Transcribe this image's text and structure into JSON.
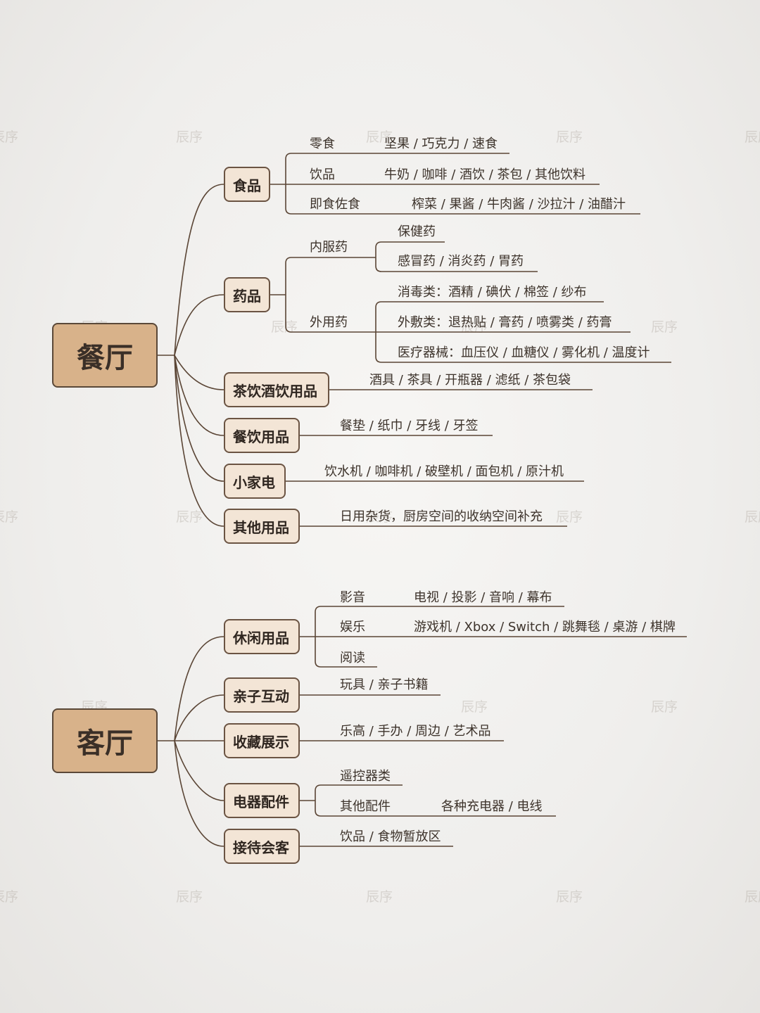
{
  "watermark": "辰序",
  "colors": {
    "line": "#5a4535",
    "root_fill": "#d8b28a",
    "node_fill": "#f3e5d6"
  },
  "restaurant": {
    "title": "餐厅",
    "food": {
      "label": "食品",
      "snack": "零食",
      "snack_items": "坚果 / 巧克力 / 速食",
      "drink": "饮品",
      "drink_items": "牛奶 / 咖啡 / 酒饮 / 茶包 / 其他饮料",
      "side": "即食佐食",
      "side_items": "榨菜 / 果酱 / 牛肉酱 / 沙拉汁 / 油醋汁"
    },
    "medicine": {
      "label": "药品",
      "internal": "内服药",
      "internal_1": "保健药",
      "internal_2": "感冒药 / 消炎药 / 胃药",
      "external": "外用药",
      "external_1": "消毒类：酒精 / 碘伏 / 棉签 / 纱布",
      "external_2": "外敷类：退热贴 / 膏药 / 喷雾类 / 药膏",
      "external_3": "医疗器械：血压仪 / 血糖仪 / 雾化机 / 温度计"
    },
    "tea": {
      "label": "茶饮酒饮用品",
      "items": "酒具 / 茶具 / 开瓶器 / 滤纸 /  茶包袋"
    },
    "dining": {
      "label": "餐饮用品",
      "items": "餐垫 / 纸巾 / 牙线 / 牙签"
    },
    "appliance": {
      "label": "小家电",
      "items": "饮水机 / 咖啡机 / 破壁机 / 面包机 /  原汁机"
    },
    "other": {
      "label": "其他用品",
      "items": "日用杂货，厨房空间的收纳空间补充"
    }
  },
  "living": {
    "title": "客厅",
    "leisure": {
      "label": "休闲用品",
      "av": "影音",
      "av_items": "电视 / 投影 / 音响 / 幕布",
      "fun": "娱乐",
      "fun_items": "游戏机 / Xbox / Switch / 跳舞毯 / 桌游 / 棋牌",
      "read": "阅读"
    },
    "family": {
      "label": "亲子互动",
      "items": "玩具 / 亲子书籍"
    },
    "collect": {
      "label": "收藏展示",
      "items": "乐高 / 手办 / 周边 / 艺术品"
    },
    "electric": {
      "label": "电器配件",
      "remote": "遥控器类",
      "other": "其他配件",
      "other_items": "各种充电器 / 电线"
    },
    "guest": {
      "label": "接待会客",
      "items": "饮品 / 食物暂放区"
    }
  }
}
